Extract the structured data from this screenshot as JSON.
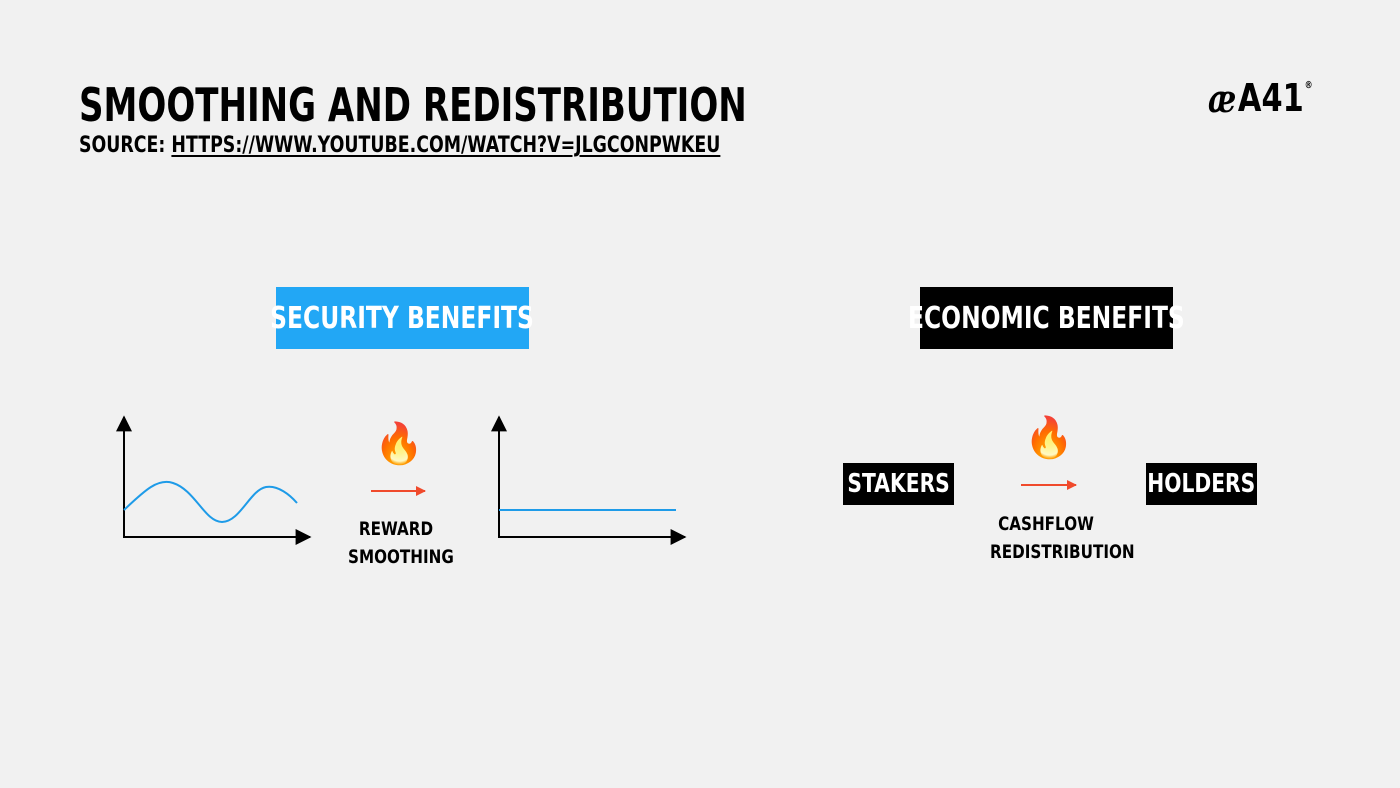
{
  "header": {
    "title": "SMOOTHING AND REDISTRIBUTION",
    "source_prefix": "SOURCE: ",
    "source_url": "HTTPS://WWW.YOUTUBE.COM/WATCH?V=JLGCONPWKEU"
  },
  "logo": {
    "mark_icon": "ae-ligature-mark",
    "text": "A41",
    "registered": "®"
  },
  "security": {
    "heading": "SECURITY BENEFITS",
    "heading_color": "#22a7f5",
    "fire_icon": "fire-emoji",
    "fire_glyph": "🔥",
    "label_line1": "REWARD",
    "label_line2": "SMOOTHING",
    "curve_color": "#1e9be8",
    "arrow_color": "#f04a2c"
  },
  "economic": {
    "heading": "ECONOMIC BENEFITS",
    "from_label": "STAKERS",
    "to_label": "HOLDERS",
    "fire_icon": "fire-emoji",
    "fire_glyph": "🔥",
    "label_line1": "CASHFLOW",
    "label_line2": "REDISTRIBUTION",
    "arrow_color": "#f04a2c"
  }
}
